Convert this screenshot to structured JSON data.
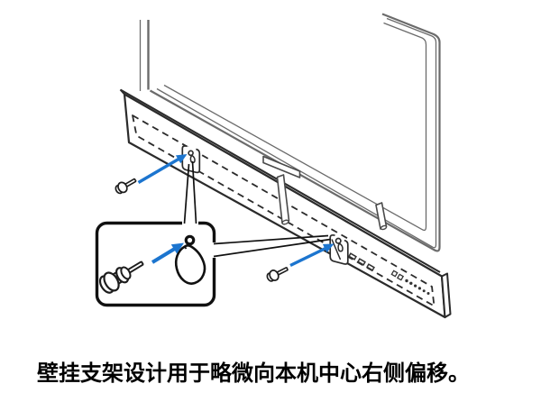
{
  "figure": {
    "caption": "壁挂支架设计用于略微向本机中心右侧偏移。"
  },
  "icons": {
    "screw": "mounting-screw",
    "keyhole": "keyhole-slot",
    "arrow": "insertion-direction-arrow",
    "callout": "keyhole-detail-magnifier"
  },
  "colors": {
    "arrow_blue": "#1c75cf",
    "diagram_black": "#2b2b2b",
    "tv_gray": "#6b6b6b",
    "background": "#ffffff",
    "caption_text": "#000000"
  }
}
